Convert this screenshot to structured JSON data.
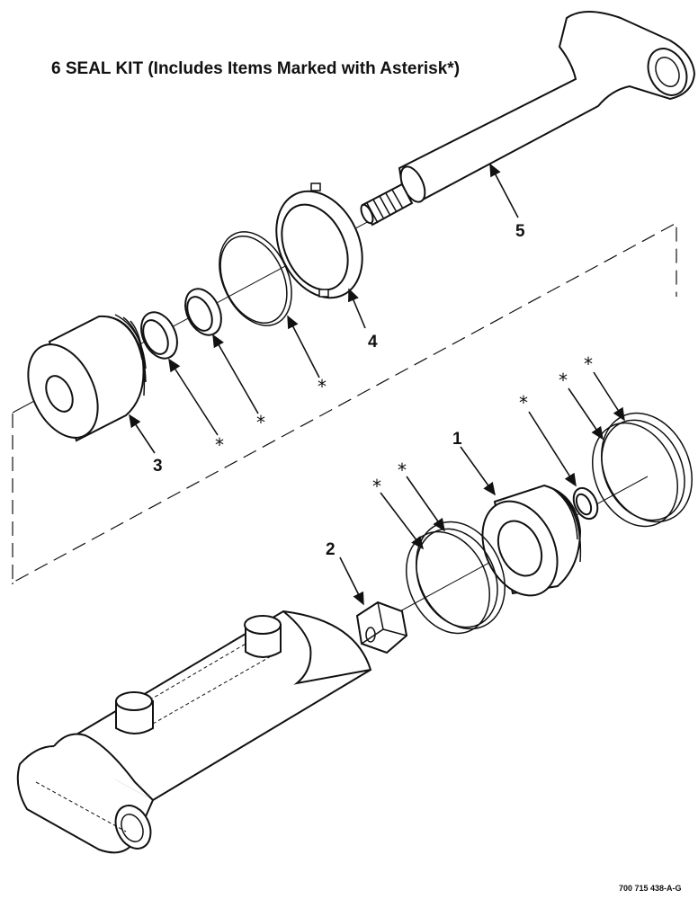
{
  "title": "6 SEAL KIT (Includes Items Marked with Asterisk*)",
  "callouts": {
    "item_1": "1",
    "item_2": "2",
    "item_3": "3",
    "item_4": "4",
    "item_5": "5"
  },
  "asterisk_symbol": "*",
  "drawing_reference": "700 715 438-A-G"
}
